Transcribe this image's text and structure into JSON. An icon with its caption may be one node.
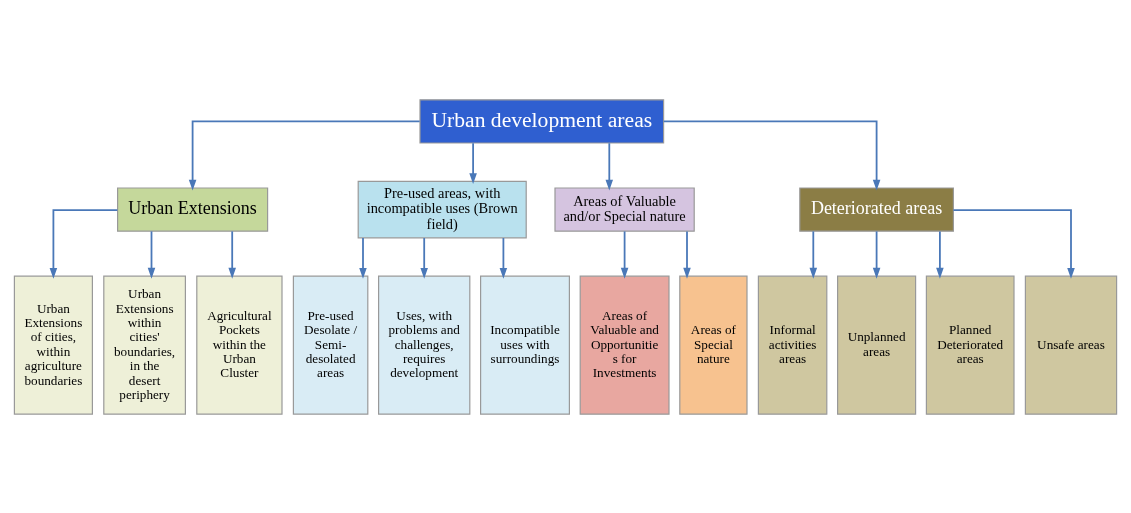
{
  "diagram": {
    "nodes": [
      {
        "text": [
          "Urban development areas"
        ]
      },
      {
        "text": [
          "Urban Extensions"
        ]
      },
      {
        "text": [
          "Pre-used areas, with incompatible uses (Brown field)"
        ]
      },
      {
        "text": [
          "Areas of Valuable and/or Special nature"
        ]
      },
      {
        "text": [
          "Deteriorated areas"
        ]
      },
      {
        "text": [
          "Urban Extensions of cities, within agriculture boundaries"
        ]
      },
      {
        "text": [
          "Urban Extensions within cities' boundaries, in the desert periphery"
        ]
      },
      {
        "text": [
          "Agricultural Pockets within the Urban Cluster"
        ]
      },
      {
        "text": [
          "Pre-used Desolate / Semi-desolated areas"
        ]
      },
      {
        "text": [
          "Uses, with problems and challenges, requires development"
        ]
      },
      {
        "text": [
          "Incompatible uses with surroundings"
        ]
      },
      {
        "text": [
          "Areas of Valuable and Opportunities for Investments"
        ]
      },
      {
        "text": [
          "Areas of Special nature"
        ]
      },
      {
        "text": [
          "Informal activities areas"
        ]
      },
      {
        "text": [
          "Unplanned areas"
        ]
      },
      {
        "text": [
          "Planned Deteriorated areas"
        ]
      },
      {
        "text": [
          "Unsafe areas"
        ]
      }
    ],
    "edges": [
      {
        "from": 0,
        "to": 1,
        "arrow": "to"
      },
      {
        "from": 0,
        "to": 2,
        "arrow": "to"
      },
      {
        "from": 0,
        "to": 3,
        "arrow": "to"
      },
      {
        "from": 0,
        "to": 4,
        "arrow": "to"
      },
      {
        "from": 1,
        "to": 5,
        "arrow": "to"
      },
      {
        "from": 1,
        "to": 6,
        "arrow": "to"
      },
      {
        "from": 1,
        "to": 7,
        "arrow": "to"
      },
      {
        "from": 2,
        "to": 8,
        "arrow": "to"
      },
      {
        "from": 2,
        "to": 9,
        "arrow": "to"
      },
      {
        "from": 2,
        "to": 10,
        "arrow": "to"
      },
      {
        "from": 3,
        "to": 11,
        "arrow": "to"
      },
      {
        "from": 3,
        "to": 12,
        "arrow": "to"
      },
      {
        "from": 4,
        "to": 13,
        "arrow": "to"
      },
      {
        "from": 4,
        "to": 14,
        "arrow": "to"
      },
      {
        "from": 4,
        "to": 15,
        "arrow": "to"
      },
      {
        "from": 4,
        "to": 16,
        "arrow": "to"
      }
    ]
  }
}
